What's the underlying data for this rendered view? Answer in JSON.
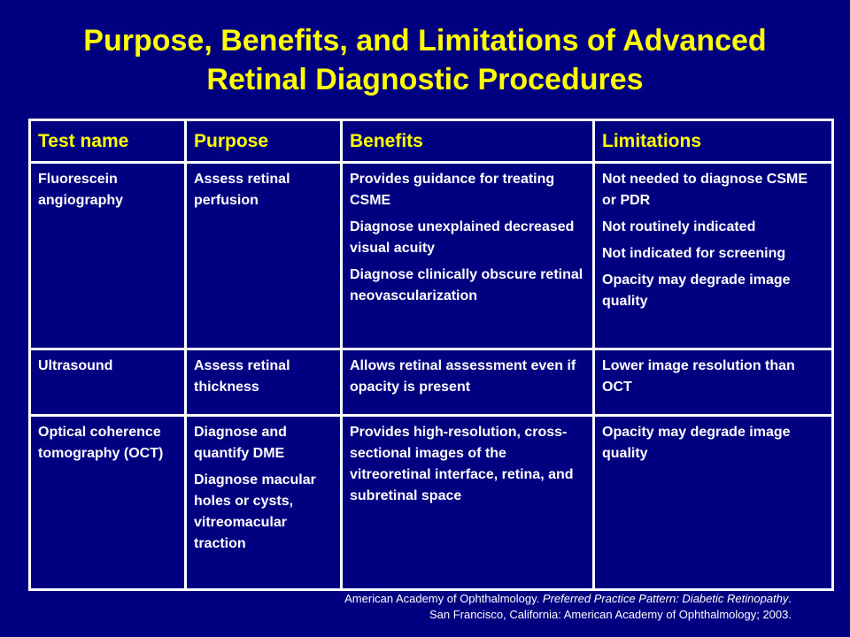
{
  "slide": {
    "title_line1": "Purpose, Benefits, and Limitations of Advanced",
    "title_line2": "Retinal Diagnostic Procedures",
    "background_color": "#000080",
    "title_color": "#ffff00"
  },
  "table": {
    "headers": [
      "Test name",
      "Purpose",
      "Benefits",
      "Limitations"
    ],
    "rows": [
      {
        "test_name": [
          "Fluorescein angiography"
        ],
        "purpose": [
          "Assess retinal perfusion"
        ],
        "benefits": [
          "Provides guidance for treating CSME",
          "Diagnose unexplained decreased visual acuity",
          "Diagnose clinically obscure retinal neovascularization"
        ],
        "limitations": [
          "Not needed to diagnose CSME or PDR",
          "Not routinely indicated",
          "Not indicated for screening",
          "Opacity may degrade image quality"
        ]
      },
      {
        "test_name": [
          "Ultrasound"
        ],
        "purpose": [
          "Assess retinal thickness"
        ],
        "benefits": [
          "Allows retinal assessment even if opacity is present"
        ],
        "limitations": [
          "Lower image resolution than OCT"
        ]
      },
      {
        "test_name": [
          "Optical coherence tomography (OCT)"
        ],
        "purpose": [
          "Diagnose and quantify DME",
          "Diagnose macular holes or cysts, vitreomacular traction"
        ],
        "benefits": [
          "Provides high-resolution, cross-sectional images of the vitreoretinal interface, retina, and subretinal space"
        ],
        "limitations": [
          "Opacity may degrade image quality"
        ]
      }
    ]
  },
  "citation": {
    "line1_plain": "American Academy of Ophthalmology. ",
    "line1_italic": "Preferred Practice Pattern: Diabetic Retinopathy",
    "line1_end": ".",
    "line2": "San Francisco, California: American Academy of Ophthalmology; 2003."
  }
}
